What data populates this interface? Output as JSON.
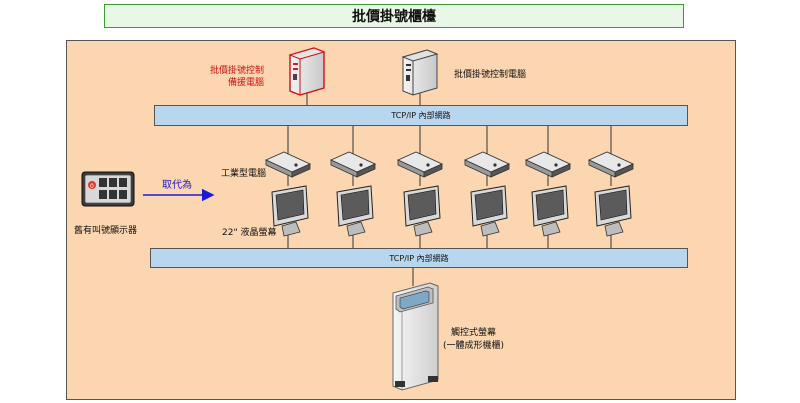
{
  "title": "批價掛號櫃檯",
  "top_computers": {
    "backup_label_line1": "批價掛號控制",
    "backup_label_line2": "備援電腦",
    "main_label": "批價掛號控制電腦"
  },
  "networks": {
    "upper": "TCP/IP 內部網路",
    "lower": "TCP/IP 內部網路"
  },
  "legacy": {
    "label": "舊有叫號顯示器",
    "arrow_text": "取代為"
  },
  "stations": {
    "pc_label": "工業型電腦",
    "lcd_label": "22\" 液晶螢幕"
  },
  "kiosk": {
    "label_line1": "觸控式螢幕",
    "label_line2": "(一體成形機櫃)"
  },
  "colors": {
    "panel_bg": "#fbd6b0",
    "lan_bg": "#b8d6ee",
    "title_bg": "#e9f7e6",
    "title_border": "#3f9c35",
    "arrow": "#1a1ad8",
    "backup_highlight": "#d01010"
  }
}
